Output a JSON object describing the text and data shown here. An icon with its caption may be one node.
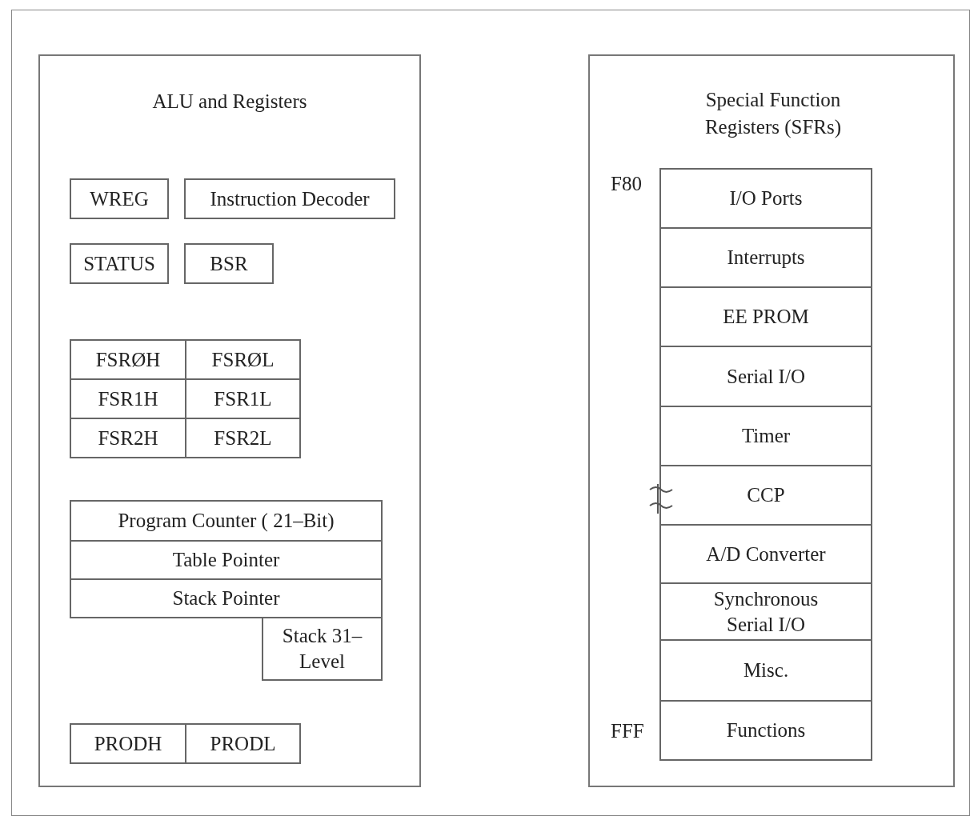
{
  "diagram": {
    "nodes": [
      {
        "text": [
          "ALU and Registers"
        ]
      },
      {
        "text": [
          "WREG"
        ],
        "in": 0
      },
      {
        "text": [
          "Instruction Decoder"
        ],
        "in": 0
      },
      {
        "text": [
          "STATUS"
        ],
        "in": 0
      },
      {
        "text": [
          "BSR"
        ],
        "in": 0
      },
      {
        "text": [
          "FSRØH"
        ],
        "in": 0
      },
      {
        "text": [
          "FSRØL"
        ],
        "in": 0
      },
      {
        "text": [
          "FSR1H"
        ],
        "in": 0
      },
      {
        "text": [
          "FSR1L"
        ],
        "in": 0
      },
      {
        "text": [
          "FSR2H"
        ],
        "in": 0
      },
      {
        "text": [
          "FSR2L"
        ],
        "in": 0
      },
      {
        "text": [
          "Program Counter ( 21–Bit)"
        ],
        "in": 0
      },
      {
        "text": [
          "Table Pointer"
        ],
        "in": 0
      },
      {
        "text": [
          "Stack Pointer"
        ],
        "in": 0
      },
      {
        "text": [
          "Stack 31–Level"
        ],
        "in": 0
      },
      {
        "text": [
          "PRODH"
        ],
        "in": 0
      },
      {
        "text": [
          "PRODL"
        ],
        "in": 0
      },
      {
        "text": [
          "Special Function Registers (SFRs)"
        ]
      },
      {
        "text": [
          "I/O Ports"
        ],
        "in": 17
      },
      {
        "text": [
          "Interrupts"
        ],
        "in": 17
      },
      {
        "text": [
          "EE PROM"
        ],
        "in": 17
      },
      {
        "text": [
          "Serial I/O"
        ],
        "in": 17
      },
      {
        "text": [
          "Timer"
        ],
        "in": 17
      },
      {
        "text": [
          "CCP"
        ],
        "in": 17
      },
      {
        "text": [
          "A/D Converter"
        ],
        "in": 17
      },
      {
        "text": [
          "Synchronous Serial I/O"
        ],
        "in": 17
      },
      {
        "text": [
          "Misc."
        ],
        "in": 17
      },
      {
        "text": [
          "Functions"
        ],
        "in": 17
      }
    ],
    "edges": [],
    "labels": [
      "F80",
      "FFF"
    ]
  }
}
